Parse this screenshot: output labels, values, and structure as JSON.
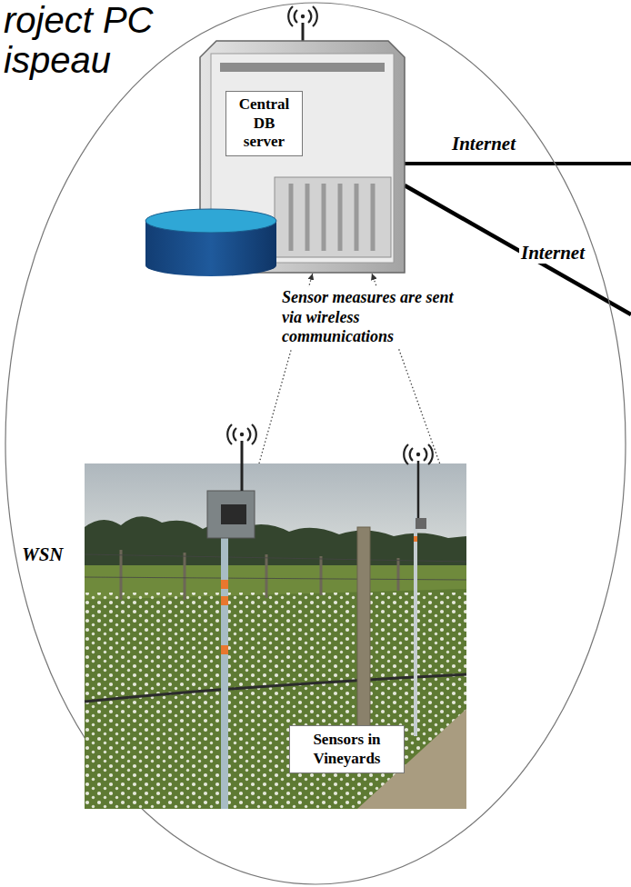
{
  "diagram": {
    "nodes": [
      {
        "text": [
          "WSN"
        ]
      },
      {
        "text": [
          "Central DB server"
        ],
        "in": 0
      },
      {
        "text": [
          "Sensors in Vineyards"
        ],
        "in": 0
      }
    ],
    "edges": [
      {
        "from": 2,
        "to": 1,
        "arrow": "to"
      },
      {
        "from": 2,
        "to": 1,
        "arrow": "to"
      }
    ],
    "labels": [
      "roject PC",
      "ispeau",
      "Internet",
      "Internet",
      "Sensor measures are sent via wireless communications"
    ]
  }
}
